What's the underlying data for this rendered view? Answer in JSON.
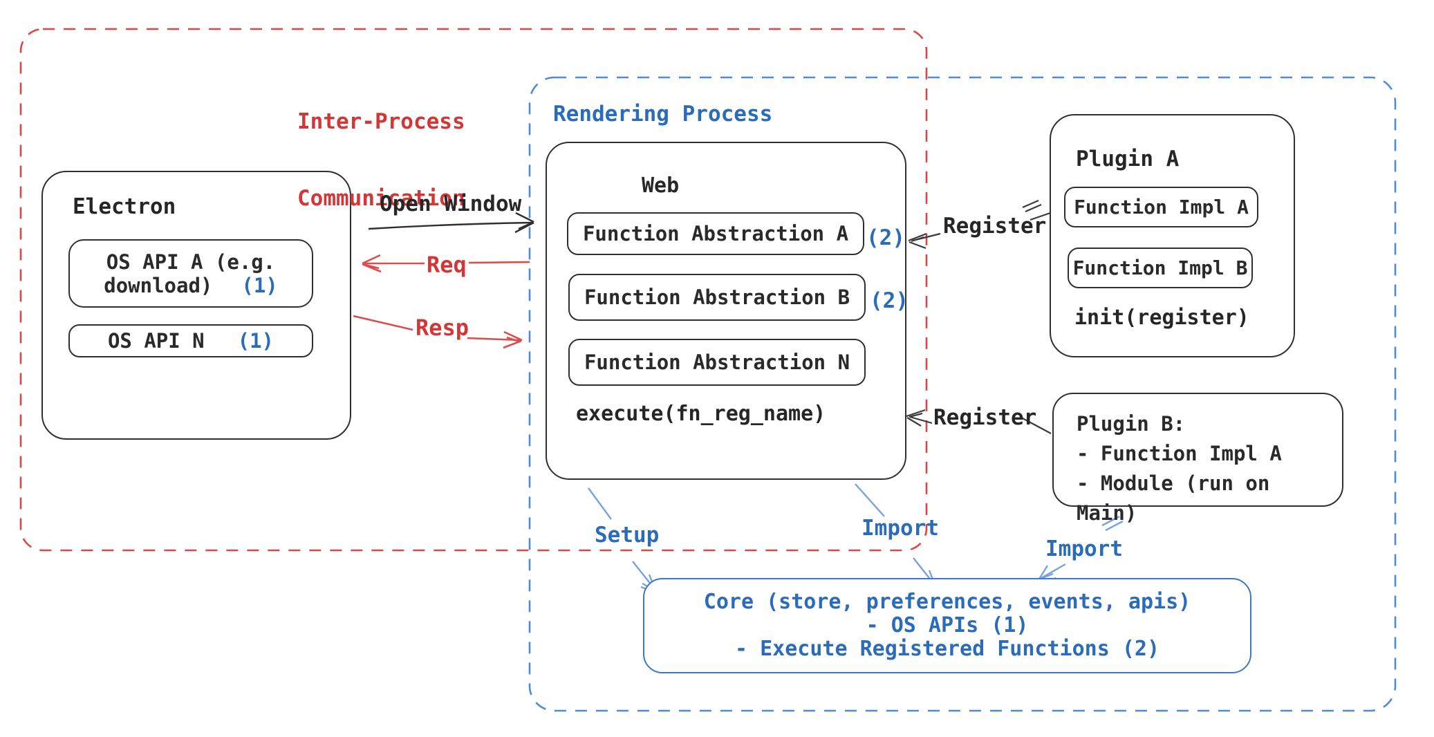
{
  "diagram": {
    "ipc": {
      "label_line1": "Inter-Process",
      "label_line2": "Communication"
    },
    "rendering": {
      "label": "Rendering Process"
    },
    "electron": {
      "title": "Electron",
      "os_api_a_line1": "OS API A (e.g.",
      "os_api_a_line2": "download)",
      "os_api_a_badge": "(1)",
      "os_api_n": "OS API N",
      "os_api_n_badge": "(1)"
    },
    "web": {
      "title": "Web",
      "fa_a": "Function Abstraction A",
      "fa_a_badge": "(2)",
      "fa_b": "Function Abstraction B",
      "fa_b_badge": "(2)",
      "fa_n": "Function Abstraction N",
      "execute": "execute(fn_reg_name)"
    },
    "plugin_a": {
      "title": "Plugin A",
      "impl_a": "Function Impl A",
      "impl_b": "Function Impl B",
      "init": "init(register)"
    },
    "plugin_b": {
      "title": "Plugin B:",
      "item1": "- Function Impl A",
      "item2": "- Module (run on Main)"
    },
    "core": {
      "line1": "Core (store, preferences, events, apis)",
      "line2": "- OS APIs (1)",
      "line3": "- Execute Registered Functions (2)"
    },
    "arrows": {
      "open_window": "Open Window",
      "req": "Req",
      "resp": "Resp",
      "register_top": "Register",
      "register_bottom": "Register",
      "setup": "Setup",
      "import_web": "Import",
      "import_plugin": "Import"
    },
    "colors": {
      "red": "#d33636",
      "blue": "#2a6cba",
      "light_blue": "#76a3de",
      "black": "#2f2f2f",
      "dashed_red": "#e04545",
      "dashed_blue": "#4d8bd8"
    }
  }
}
